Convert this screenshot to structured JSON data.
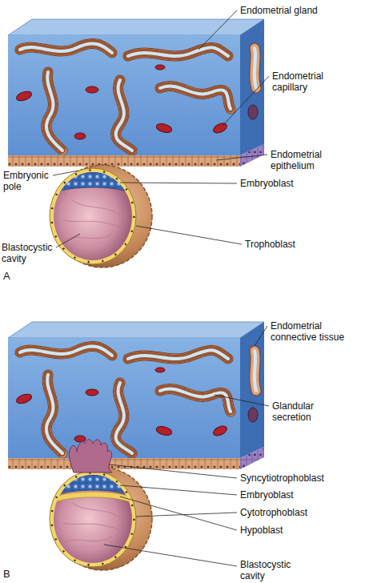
{
  "diagram": {
    "labels": [
      "Endometrial gland",
      "Endometrial capillary",
      "Endometrial epithelium",
      "Embryonic pole",
      "Embryoblast",
      "Blastocystic cavity",
      "Trophoblast",
      "A",
      "Endometrial connective tissue",
      "Glandular secretion",
      "Syncytiotrophoblast",
      "Embryoblast",
      "Cytotrophoblast",
      "Hypoblast",
      "Blastocystic cavity",
      "B"
    ]
  }
}
